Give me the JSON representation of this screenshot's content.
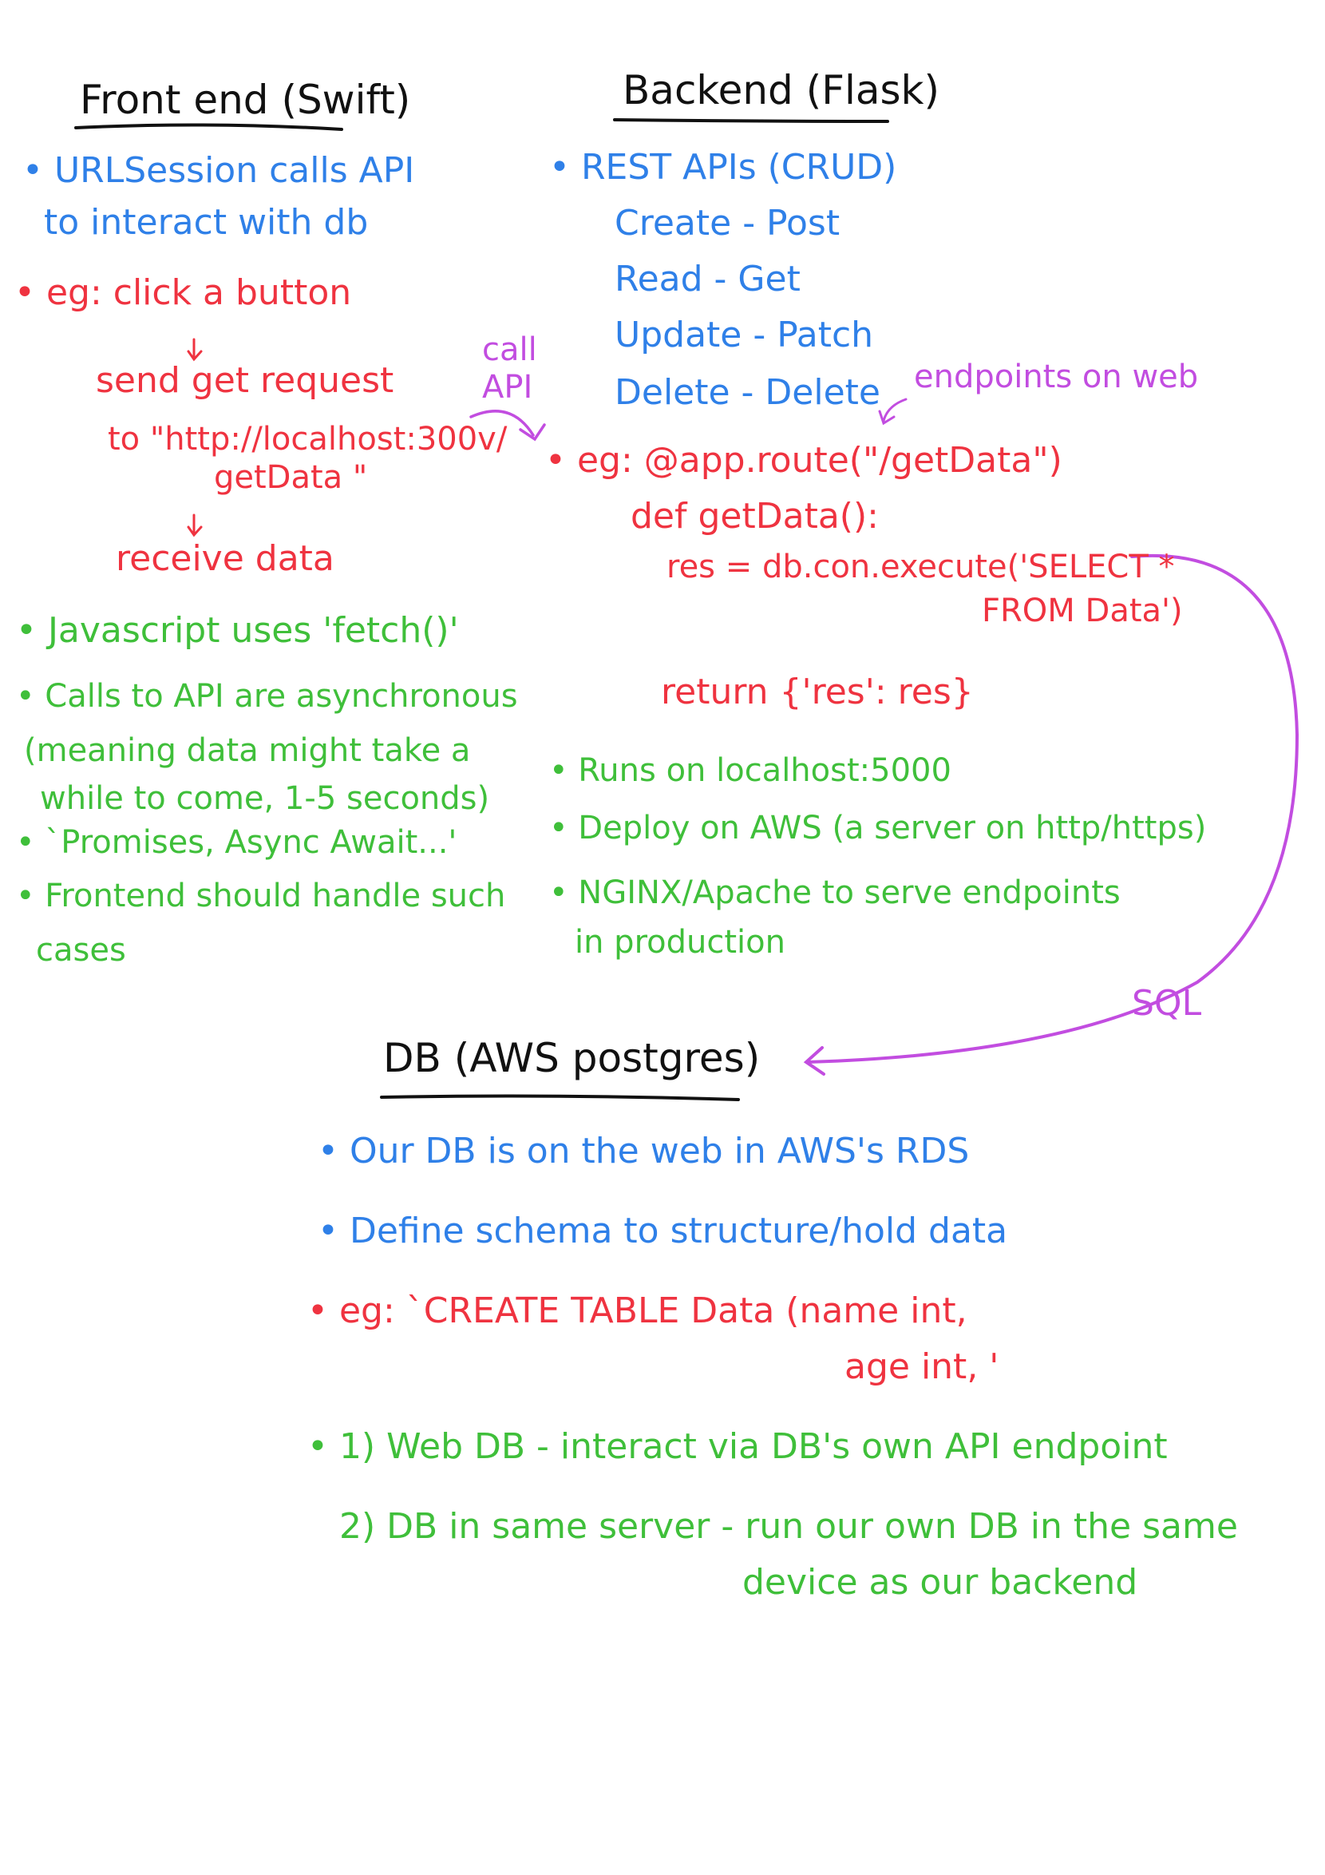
{
  "colors": {
    "title": "#111111",
    "blue": "#2f80e8",
    "red": "#ef3340",
    "green": "#3fbf3a",
    "purple": "#c24de0"
  },
  "frontend": {
    "title": "Front end (Swift)",
    "blue_bullet_line1": "• URLSession calls API",
    "blue_bullet_line2": "to interact with db",
    "eg_label": "• eg: click a button",
    "flow_step2": "send get request",
    "flow_step3_line1": "to \"http://localhost:300v/",
    "flow_step3_line2": "getData \"",
    "flow_step4": "receive data",
    "green_note1": "• Javascript uses 'fetch()'",
    "green_note2_line1": "• Calls to API are asynchronous",
    "green_note2_line2": "(meaning data might take a",
    "green_note2_line3": "while to come, 1-5 seconds)",
    "green_note3": "• `Promises, Async Await...'",
    "green_note4_line1": "• Frontend should handle such",
    "green_note4_line2": "cases"
  },
  "call_api": {
    "line1": "call",
    "line2": "API"
  },
  "backend": {
    "title": "Backend (Flask)",
    "blue_bullet": "• REST APIs (CRUD)",
    "crud": [
      "Create - Post",
      "Read - Get",
      "Update - Patch",
      "Delete - Delete"
    ],
    "endpoints_note": "endpoints on web",
    "eg_line1": "• eg: @app.route(\"/getData\")",
    "eg_line2": "def getData():",
    "eg_line3": "res = db.con.execute('SELECT *",
    "eg_line4": "FROM Data')",
    "eg_line5": "return {'res': res}",
    "green_note1": "• Runs on localhost:5000",
    "green_note2": "• Deploy on AWS (a server on http/https)",
    "green_note3_line1": "• NGINX/Apache to serve endpoints",
    "green_note3_line2": "in production"
  },
  "sql_label": "SQL",
  "db": {
    "title": "DB (AWS postgres)",
    "blue_bullet1": "• Our DB is on the web in AWS's RDS",
    "blue_bullet2": "• Define schema to structure/hold data",
    "eg_line1": "• eg: `CREATE TABLE Data (name int,",
    "eg_line2": "age int, '",
    "green_option1": "• 1) Web DB - interact via DB's own API endpoint",
    "green_option2_line1": "2) DB in same server - run our own DB in the same",
    "green_option2_line2": "device as our backend"
  }
}
